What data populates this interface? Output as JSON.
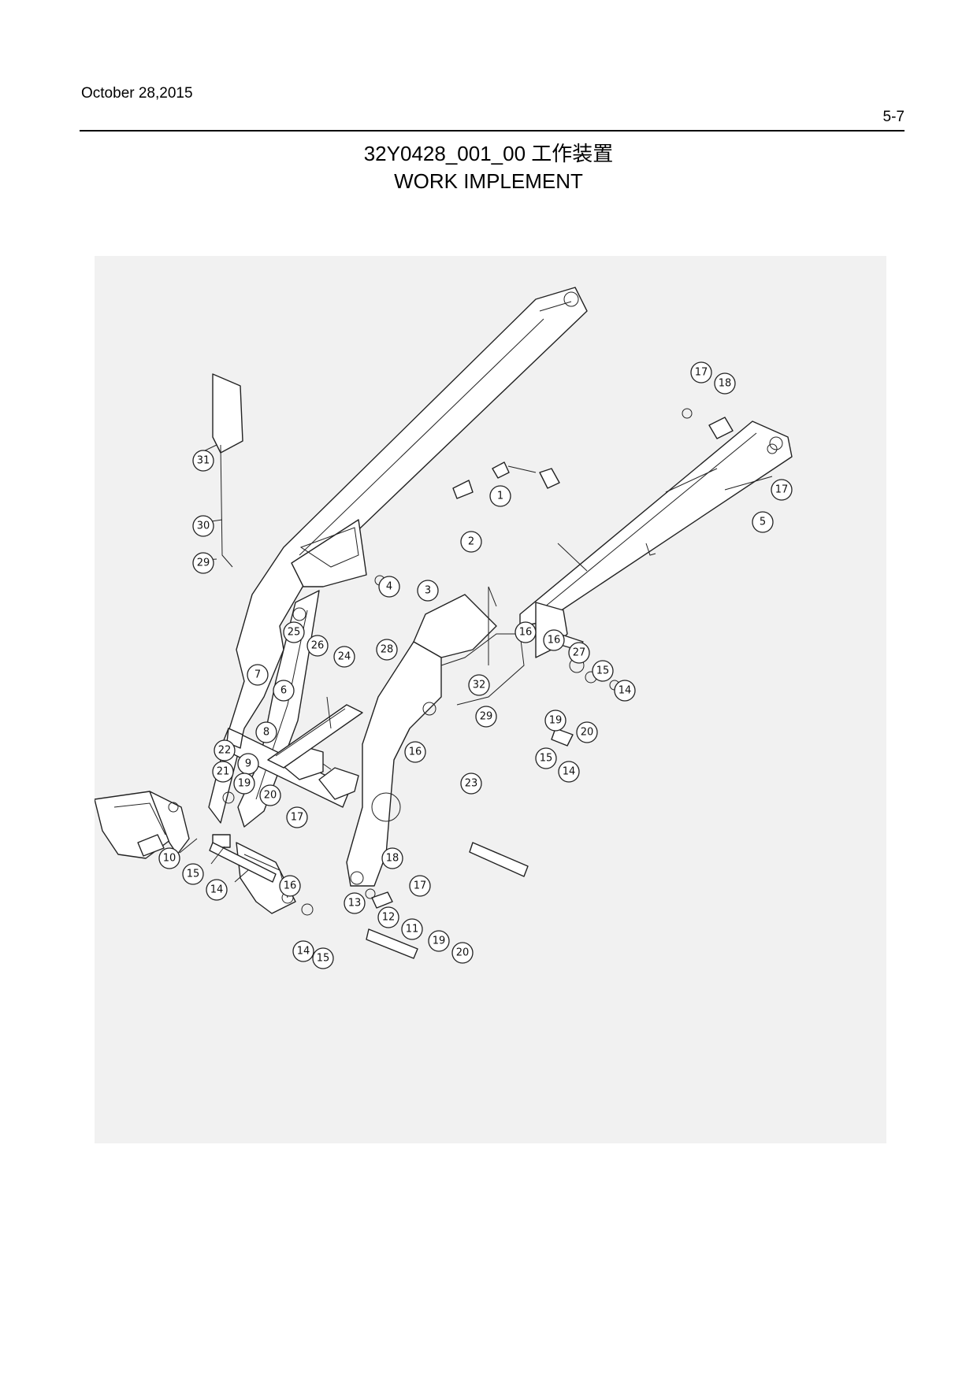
{
  "header": {
    "date": "October 28,2015",
    "page_number": "5-7"
  },
  "title": {
    "code_cn": "32Y0428_001_00 工作装置",
    "en": "WORK IMPLEMENT"
  },
  "callouts": [
    "1",
    "2",
    "3",
    "4",
    "5",
    "6",
    "7",
    "8",
    "9",
    "10",
    "11",
    "12",
    "13",
    "14",
    "14",
    "14",
    "14",
    "15",
    "15",
    "15",
    "15",
    "16",
    "16",
    "16",
    "16",
    "17",
    "17",
    "17",
    "17",
    "18",
    "18",
    "19",
    "19",
    "19",
    "20",
    "20",
    "20",
    "21",
    "22",
    "23",
    "24",
    "25",
    "26",
    "27",
    "28",
    "29",
    "29",
    "30",
    "31",
    "32"
  ]
}
